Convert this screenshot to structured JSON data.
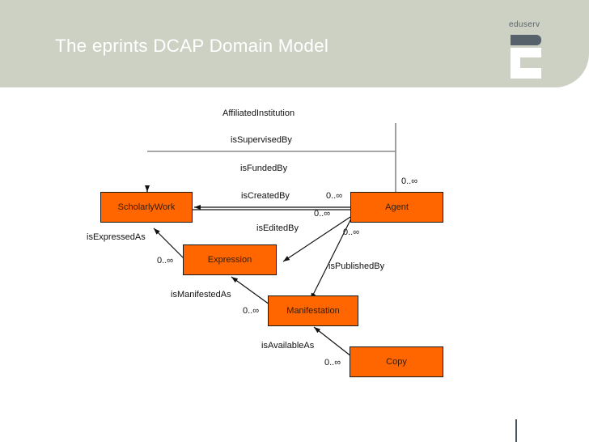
{
  "slide": {
    "title": "The eprints DCAP Domain Model",
    "title_color": "#ffffff",
    "header_color": "#ccd1c4",
    "background_color": "#ffffff"
  },
  "logo": {
    "wordmark": "eduserv",
    "mark_color": "#57616b"
  },
  "diagram": {
    "entity_fill": "#FF6600",
    "entity_stroke": "#1a1a1a",
    "entities": [
      {
        "id": "scholarly-work",
        "label": "ScholarlyWork"
      },
      {
        "id": "agent",
        "label": "Agent"
      },
      {
        "id": "expression",
        "label": "Expression"
      },
      {
        "id": "manifestation",
        "label": "Manifestation"
      },
      {
        "id": "copy",
        "label": "Copy"
      }
    ],
    "relationships": [
      {
        "id": "affiliated-institution",
        "label": "AffiliatedInstitution",
        "from": "agent",
        "to": "scholarly-work"
      },
      {
        "id": "is-supervised-by",
        "label": "isSupervisedBy",
        "from": "scholarly-work",
        "to": "agent"
      },
      {
        "id": "is-funded-by",
        "label": "isFundedBy",
        "from": "scholarly-work",
        "to": "agent"
      },
      {
        "id": "is-created-by",
        "label": "isCreatedBy",
        "from": "agent",
        "to": "scholarly-work"
      },
      {
        "id": "is-edited-by",
        "label": "isEditedBy",
        "from": "agent",
        "to": "expression"
      },
      {
        "id": "is-expressed-as",
        "label": "isExpressedAs",
        "from": "expression",
        "to": "scholarly-work"
      },
      {
        "id": "is-published-by",
        "label": "isPublishedBy",
        "from": "agent",
        "to": "manifestation"
      },
      {
        "id": "is-manifested-as",
        "label": "isManifestedAs",
        "from": "manifestation",
        "to": "expression"
      },
      {
        "id": "is-available-as",
        "label": "isAvailableAs",
        "from": "copy",
        "to": "manifestation"
      }
    ],
    "cardinalities": [
      {
        "id": "card-affiliated",
        "text": "0..∞"
      },
      {
        "id": "card-created-right",
        "text": "0..∞"
      },
      {
        "id": "card-created-left",
        "text": "0..∞"
      },
      {
        "id": "card-edited",
        "text": "0..∞"
      },
      {
        "id": "card-published",
        "text": "0..∞"
      },
      {
        "id": "card-expressed",
        "text": "0..∞"
      },
      {
        "id": "card-manifested",
        "text": "0..∞"
      },
      {
        "id": "card-available",
        "text": "0..∞"
      }
    ]
  }
}
